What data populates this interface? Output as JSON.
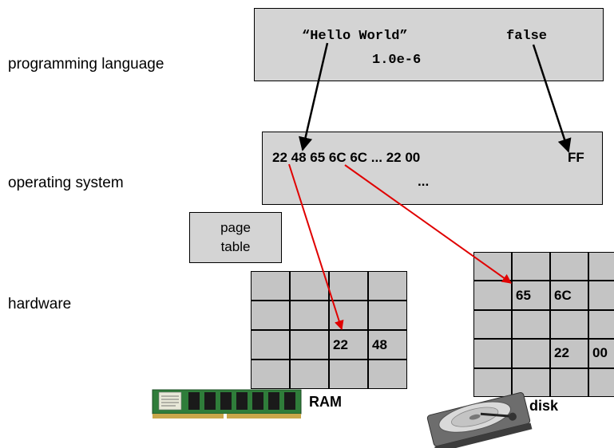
{
  "layers": {
    "programming_language": "programming language",
    "operating_system": "operating system",
    "hardware": "hardware"
  },
  "pl_box": {
    "string_value": "“Hello World”",
    "bool_value": "false",
    "float_value": "1.0e-6"
  },
  "os_box": {
    "bytes_main": "22 48 65 6C 6C ... 22 00",
    "bytes_ff": "FF",
    "ellipsis": "..."
  },
  "page_table": {
    "line1": "page",
    "line2": "table"
  },
  "ram": {
    "label": "RAM",
    "cells": [
      "",
      "",
      "",
      "",
      "",
      "",
      "",
      "",
      "",
      "",
      "22",
      "48",
      "",
      "",
      "",
      ""
    ]
  },
  "disk": {
    "label": "disk",
    "cells": [
      "",
      "",
      "",
      "",
      "",
      "65",
      "6C",
      "",
      "",
      "",
      "",
      "",
      "",
      "",
      "22",
      "00",
      "",
      "",
      "",
      ""
    ]
  },
  "colors": {
    "box_fill": "#d4d4d4",
    "grid_fill": "#c4c4c4",
    "red_arrow": "#e00000",
    "black_arrow": "#000000"
  }
}
